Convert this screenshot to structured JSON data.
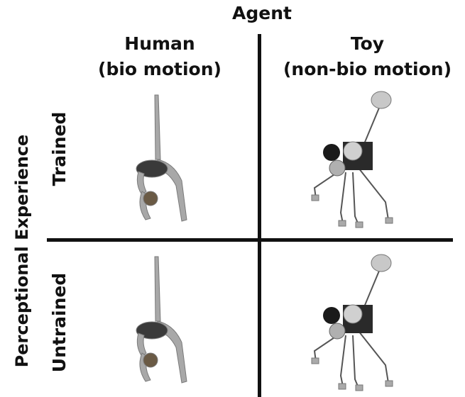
{
  "header": {
    "title": "Agent"
  },
  "columns": [
    {
      "line1": "Human",
      "line2": "(bio motion)"
    },
    {
      "line1": "Toy",
      "line2": "(non-bio motion)"
    }
  ],
  "y_axis": {
    "title": "Perceptional Experience"
  },
  "rows": [
    {
      "label": "Trained"
    },
    {
      "label": "Untrained"
    }
  ],
  "colors": {
    "text": "#111111",
    "divider": "#111111",
    "figure": "#9a9a9a",
    "robot_body": "#222222"
  },
  "icons": [
    "gymnast-figure",
    "toy-robot-figure"
  ]
}
